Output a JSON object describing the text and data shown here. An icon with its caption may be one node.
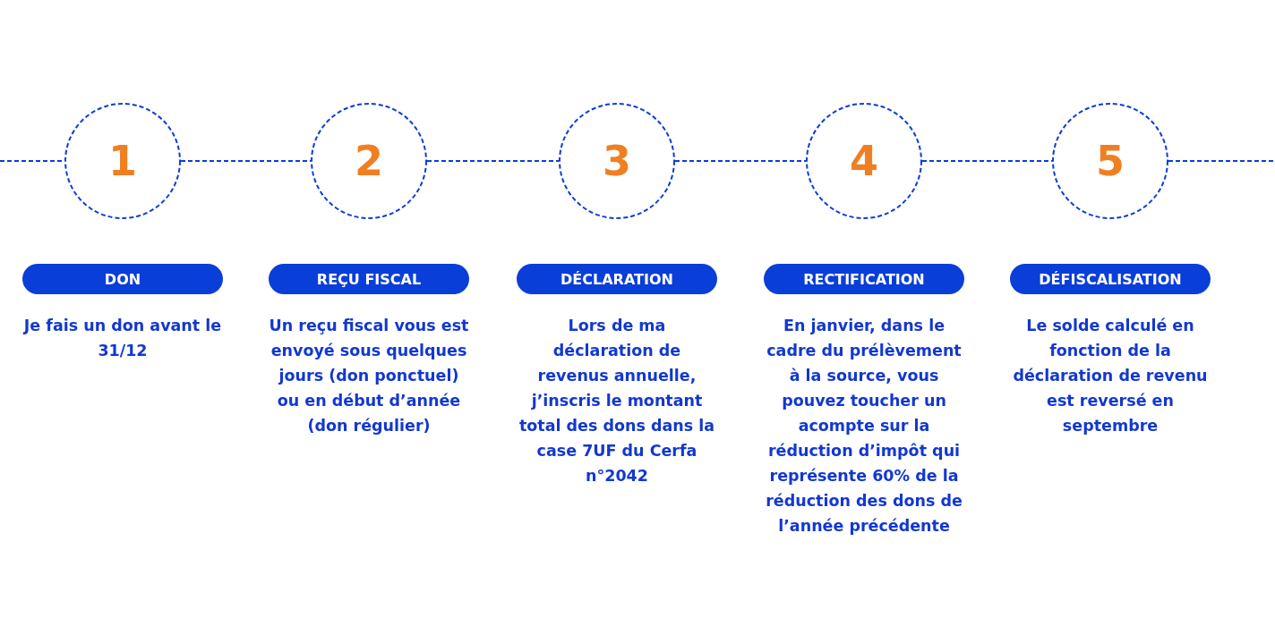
{
  "diagram": {
    "nodes": [
      {
        "text": [
          "1"
        ]
      },
      {
        "text": [
          "2"
        ]
      },
      {
        "text": [
          "3"
        ]
      },
      {
        "text": [
          "4"
        ]
      },
      {
        "text": [
          "5"
        ]
      },
      {
        "text": [
          "DON"
        ],
        "beside": [
          "Je fais un don avant le 31/12"
        ]
      },
      {
        "text": [
          "REÇU FISCAL"
        ],
        "beside": [
          "Un reçu fiscal vous est envoyé sous quelques jours (don ponctuel) ou en début d’année (don régulier)"
        ]
      },
      {
        "text": [
          "DÉCLARATION"
        ],
        "beside": [
          "Lors de ma déclaration de revenus annuelle, j’inscris le montant total des dons dans la case 7UF du Cerfa n°2042"
        ]
      },
      {
        "text": [
          "RECTIFICATION"
        ],
        "beside": [
          "En janvier, dans le cadre du prélèvement à la source, vous pouvez toucher un acompte sur la réduction d’impôt qui représente 60% de la réduction des dons de l’année précédente"
        ]
      },
      {
        "text": [
          "DÉFISCALISATION"
        ],
        "beside": [
          "Le solde calculé en fonction de la déclaration de revenu est reversé en septembre"
        ]
      }
    ],
    "edges": [
      {
        "from": null,
        "to": 0,
        "arrow": "none",
        "style": "dashed"
      },
      {
        "from": 0,
        "to": 1,
        "arrow": "none",
        "style": "dashed"
      },
      {
        "from": 1,
        "to": 2,
        "arrow": "none",
        "style": "dashed"
      },
      {
        "from": 2,
        "to": 3,
        "arrow": "none",
        "style": "dashed"
      },
      {
        "from": 3,
        "to": 4,
        "arrow": "none",
        "style": "dashed"
      },
      {
        "from": 4,
        "to": null,
        "arrow": "none",
        "style": "dashed"
      }
    ]
  }
}
